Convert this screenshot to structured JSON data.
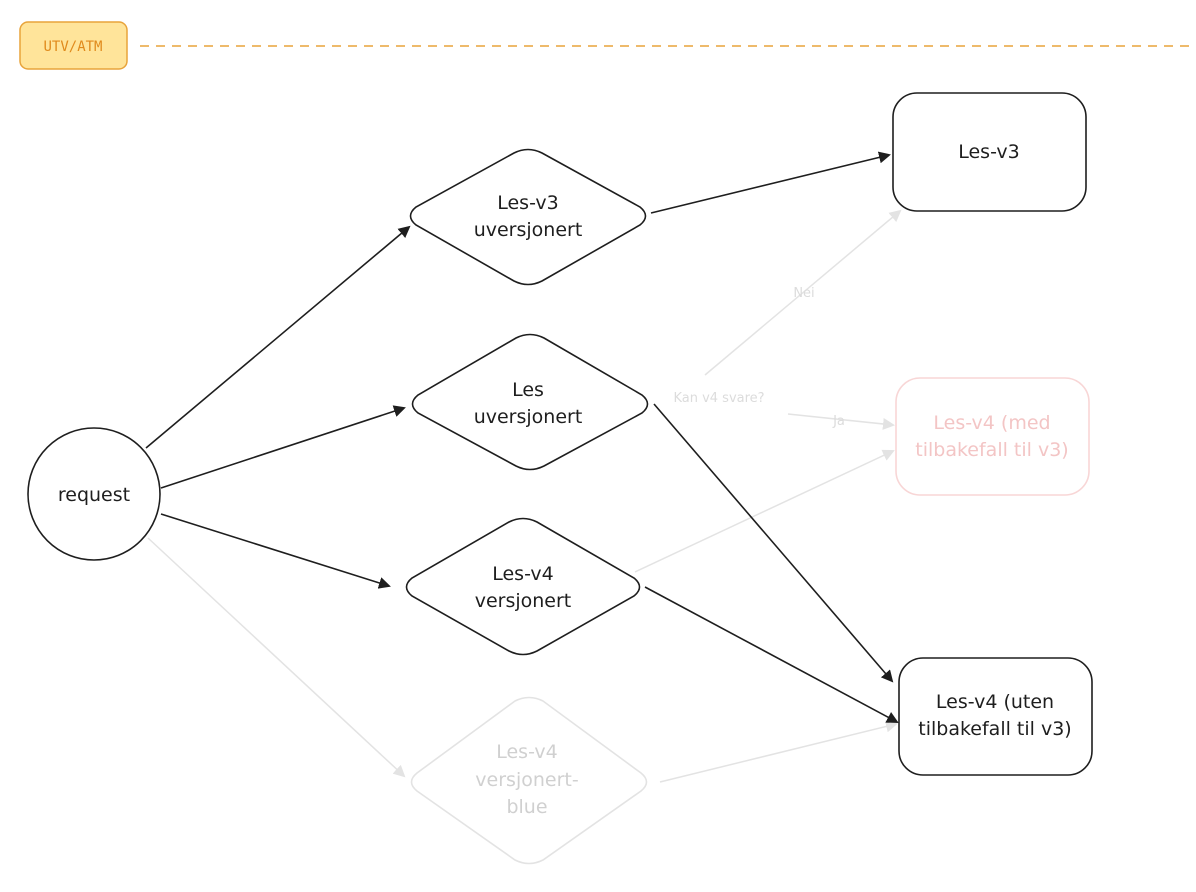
{
  "environment": {
    "label": "UTV/ATM",
    "fill_color": "#ffe49a",
    "stroke_color": "#e8a33a",
    "line_color": "#e8a33a"
  },
  "nodes": {
    "request": "request",
    "les_v3_uversjonert": [
      "Les-v3",
      "uversjonert"
    ],
    "les_uversjonert": [
      "Les",
      "uversjonert"
    ],
    "les_v4_versjonert": [
      "Les-v4",
      "versjonert"
    ],
    "les_v4_versjonert_blue": [
      "Les-v4",
      "versjonert-",
      "blue"
    ],
    "les_v3": "Les-v3",
    "les_v4_med": [
      "Les-v4 (med",
      "tilbakefall til v3)"
    ],
    "les_v4_uten": [
      "Les-v4 (uten",
      "tilbakefall til v3)"
    ]
  },
  "edge_labels": {
    "kan_v4_svare": "Kan v4 svare?",
    "nei": "Nei",
    "ja": "Ja"
  },
  "colors": {
    "stroke": "#1e1e1e",
    "faded": "#e3e3e3",
    "pink": "#f8d6d6"
  }
}
